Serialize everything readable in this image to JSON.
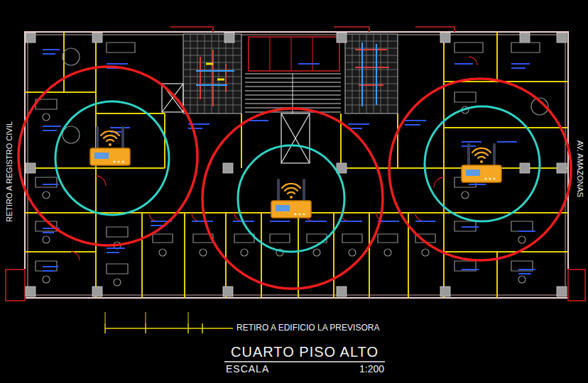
{
  "diagram": {
    "title": "CUARTO PISO ALTO",
    "labels": [
      "RETIRO A REGISTRO CIVIL",
      "AV. AMAZONAS",
      "RETIRO A EDIFICIO LA PREVISORA",
      "ESCALA",
      "1:200"
    ]
  }
}
